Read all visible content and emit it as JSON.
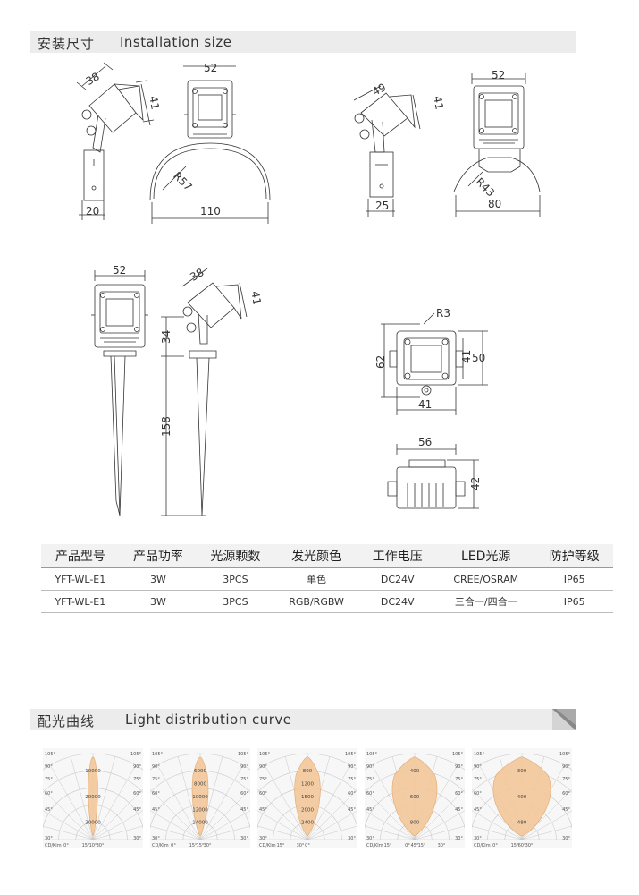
{
  "section1": {
    "zh": "安装尺寸",
    "en": "Installation size"
  },
  "section2": {
    "zh": "配光曲线",
    "en": "Light distribution curve"
  },
  "dims": {
    "d38a": "38",
    "d41a": "41",
    "d52a": "52",
    "d20": "20",
    "dR57": "R57",
    "d110": "110",
    "d49": "49",
    "d41b": "41",
    "d52b": "52",
    "d25": "25",
    "dR43": "R43",
    "d80": "80",
    "d52c": "52",
    "d38c": "38",
    "d41c": "41",
    "d34": "34",
    "d158": "158",
    "dR3": "R3",
    "d62": "62",
    "d41d": "41",
    "d50": "50",
    "d41e": "41",
    "d56": "56",
    "d42": "42"
  },
  "table": {
    "headers": [
      "产品型号",
      "产品功率",
      "光源颗数",
      "发光颜色",
      "工作电压",
      "LED光源",
      "防护等级"
    ],
    "rows": [
      [
        "YFT-WL-E1",
        "3W",
        "3PCS",
        "单色",
        "DC24V",
        "CREE/OSRAM",
        "IP65"
      ],
      [
        "YFT-WL-E1",
        "3W",
        "3PCS",
        "RGB/RGBW",
        "DC24V",
        "三合一/四合一",
        "IP65"
      ]
    ]
  },
  "chart_data": [
    {
      "type": "polar",
      "beam_angle_label": "10°",
      "unit": "CD/Klm",
      "ring_labels": [
        "10000",
        "20000",
        "30000"
      ],
      "left_labels": [
        "105°",
        "90°",
        "75°",
        "60°",
        "45°",
        "30°"
      ],
      "right_labels": [
        "105°",
        "90°",
        "75°",
        "60°",
        "45°",
        "30°"
      ],
      "bottom_labels": [
        "0°",
        "15°",
        "30°"
      ],
      "beam_halfwidth": 0.06
    },
    {
      "type": "polar",
      "beam_angle_label": "15°",
      "unit": "CD/Klm",
      "ring_labels": [
        "6000",
        "8000",
        "10000",
        "12000",
        "14000"
      ],
      "left_labels": [
        "105°",
        "90°",
        "75°",
        "60°",
        "45°",
        "30°"
      ],
      "right_labels": [
        "105°",
        "90°",
        "75°",
        "60°",
        "45°",
        "30°"
      ],
      "bottom_labels": [
        "0°",
        "15°",
        "30°"
      ],
      "beam_halfwidth": 0.1
    },
    {
      "type": "polar",
      "beam_angle_label": "0°",
      "unit": "CD/Klm",
      "ring_labels": [
        "800",
        "1200",
        "1500",
        "2000",
        "2400"
      ],
      "left_labels": [
        "105°",
        "90°",
        "75°",
        "60°",
        "45°",
        "30°"
      ],
      "right_labels": [
        "105°",
        "90°",
        "75°",
        "60°",
        "45°",
        "30°"
      ],
      "bottom_labels": [
        "15°",
        "30°"
      ],
      "beam_halfwidth": 0.16
    },
    {
      "type": "polar",
      "beam_angle_label": "45°",
      "unit": "CD/Klm",
      "ring_labels": [
        "400",
        "600",
        "800"
      ],
      "left_labels": [
        "105°",
        "90°",
        "75°",
        "60°",
        "45°",
        "30°"
      ],
      "right_labels": [
        "105°",
        "90°",
        "75°",
        "60°",
        "45°",
        "30°"
      ],
      "bottom_labels": [
        "15°",
        "0°",
        "15°",
        "30°"
      ],
      "beam_halfwidth": 0.28
    },
    {
      "type": "polar",
      "beam_angle_label": "60°",
      "unit": "CD/Klm",
      "ring_labels": [
        "300",
        "400",
        "480"
      ],
      "left_labels": [
        "105°",
        "90°",
        "75°",
        "60°",
        "45°",
        "30°"
      ],
      "right_labels": [
        "105°",
        "90°",
        "75°",
        "60°",
        "45°",
        "30°"
      ],
      "bottom_labels": [
        "0°",
        "15°",
        "30°"
      ],
      "beam_halfwidth": 0.36
    }
  ],
  "colors": {
    "beam": "#f3c89c",
    "beam_stroke": "#e0a060",
    "grid": "#c8c8c8",
    "line": "#333333"
  }
}
